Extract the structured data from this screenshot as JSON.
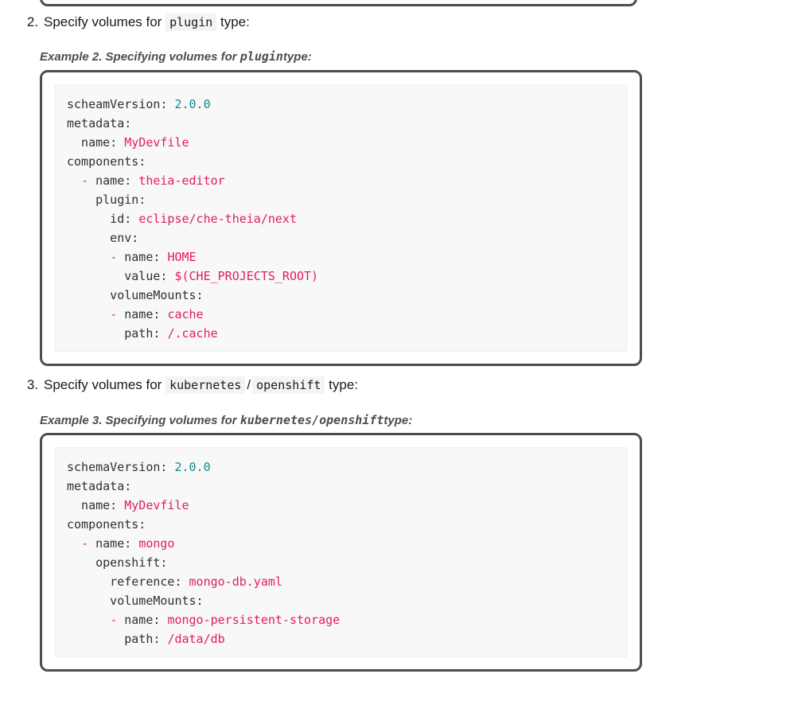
{
  "document": {
    "type": "documentation-page",
    "top_partial_block": true
  },
  "steps": [
    {
      "marker": "2.",
      "text_before": "Specify volumes for",
      "code_spans": [
        "plugin"
      ],
      "text_after": "type:",
      "caption": {
        "prefix": "Example 2. Specifying volumes for",
        "code": "plugin",
        "suffix": "type:"
      },
      "code": {
        "language": "yaml",
        "lines": [
          [
            {
              "t": "scheamVersion: ",
              "c": "key"
            },
            {
              "t": "2.0.0",
              "c": "num"
            }
          ],
          [
            {
              "t": "metadata:",
              "c": "key"
            }
          ],
          [
            {
              "t": "  name: ",
              "c": "key"
            },
            {
              "t": "MyDevfile",
              "c": "str"
            }
          ],
          [
            {
              "t": "components:",
              "c": "key"
            }
          ],
          [
            {
              "t": "  ",
              "c": "key"
            },
            {
              "t": "-",
              "c": "dash"
            },
            {
              "t": " name: ",
              "c": "key"
            },
            {
              "t": "theia-editor",
              "c": "str"
            }
          ],
          [
            {
              "t": "    plugin:",
              "c": "key"
            }
          ],
          [
            {
              "t": "      id: ",
              "c": "key"
            },
            {
              "t": "eclipse/che-theia/next",
              "c": "str"
            }
          ],
          [
            {
              "t": "      env:",
              "c": "key"
            }
          ],
          [
            {
              "t": "      ",
              "c": "key"
            },
            {
              "t": "-",
              "c": "dash"
            },
            {
              "t": " name: ",
              "c": "key"
            },
            {
              "t": "HOME",
              "c": "str"
            }
          ],
          [
            {
              "t": "        value: ",
              "c": "key"
            },
            {
              "t": "$(CHE_PROJECTS_ROOT)",
              "c": "str"
            }
          ],
          [
            {
              "t": "      volumeMounts:",
              "c": "key"
            }
          ],
          [
            {
              "t": "      ",
              "c": "key"
            },
            {
              "t": "-",
              "c": "dash"
            },
            {
              "t": " name: ",
              "c": "key"
            },
            {
              "t": "cache",
              "c": "str"
            }
          ],
          [
            {
              "t": "        path: ",
              "c": "key"
            },
            {
              "t": "/.cache",
              "c": "str"
            }
          ]
        ]
      }
    },
    {
      "marker": "3.",
      "text_before": "Specify volumes for",
      "code_spans": [
        "kubernetes",
        "openshift"
      ],
      "separator": "/",
      "text_after": "type:",
      "caption": {
        "prefix": "Example 3. Specifying volumes for",
        "code": "kubernetes/openshift",
        "suffix": "type:"
      },
      "code": {
        "language": "yaml",
        "lines": [
          [
            {
              "t": "schemaVersion: ",
              "c": "key"
            },
            {
              "t": "2.0.0",
              "c": "num"
            }
          ],
          [
            {
              "t": "metadata:",
              "c": "key"
            }
          ],
          [
            {
              "t": "  name: ",
              "c": "key"
            },
            {
              "t": "MyDevfile",
              "c": "str"
            }
          ],
          [
            {
              "t": "components:",
              "c": "key"
            }
          ],
          [
            {
              "t": "  ",
              "c": "key"
            },
            {
              "t": "-",
              "c": "dash"
            },
            {
              "t": " name: ",
              "c": "key"
            },
            {
              "t": "mongo",
              "c": "str"
            }
          ],
          [
            {
              "t": "    openshift:",
              "c": "key"
            }
          ],
          [
            {
              "t": "      reference: ",
              "c": "key"
            },
            {
              "t": "mongo-db.yaml",
              "c": "str"
            }
          ],
          [
            {
              "t": "      volumeMounts:",
              "c": "key"
            }
          ],
          [
            {
              "t": "      ",
              "c": "key"
            },
            {
              "t": "-",
              "c": "dash"
            },
            {
              "t": " name: ",
              "c": "key"
            },
            {
              "t": "mongo-persistent-storage",
              "c": "str"
            }
          ],
          [
            {
              "t": "        path: ",
              "c": "key"
            },
            {
              "t": "/data/db",
              "c": "str"
            }
          ]
        ]
      }
    }
  ],
  "colors": {
    "frame_border": "#4d4d4d",
    "code_background": "#f8f8f8",
    "inline_code_background": "#f4f4f4",
    "number_token": "#128a8a",
    "string_token": "#e01e5a",
    "dash_token": "#d63384",
    "body_text": "#1a1a1a",
    "caption_text": "#4d4d4d"
  }
}
